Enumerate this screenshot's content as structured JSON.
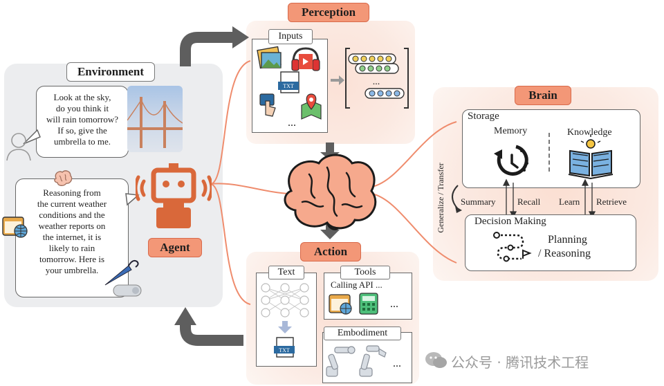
{
  "environment": {
    "title": "Environment",
    "question": [
      "Look at the sky,",
      "do you think it",
      "will rain tomorrow?",
      "If so, give the",
      "umbrella to me."
    ],
    "answer": [
      "Reasoning from",
      "the current weather",
      "conditions and the",
      "weather reports on",
      "the internet, it is",
      "likely to rain",
      "tomorrow. Here is",
      "your umbrella."
    ]
  },
  "agent": {
    "label": "Agent"
  },
  "perception": {
    "title": "Perception",
    "inputs_label": "Inputs",
    "ellipsis": "...",
    "txt_icon": "TXT"
  },
  "action": {
    "title": "Action",
    "text_label": "Text",
    "tools_label": "Tools",
    "calling_api": "Calling API ...",
    "embodiment_label": "Embodiment",
    "ellipsis": "...",
    "txt_icon": "TXT"
  },
  "brain": {
    "title": "Brain",
    "storage": "Storage",
    "memory": "Memory",
    "knowledge": "Knowledge",
    "summary": "Summary",
    "recall": "Recall",
    "learn": "Learn",
    "retrieve": "Retrieve",
    "generalize": "Generalize / Transfer",
    "decision_making": "Decision Making",
    "planning": "Planning",
    "reasoning": "/ Reasoning"
  },
  "watermark": "公众号 · 腾讯技术工程",
  "colors": {
    "accent_orange": "#f39777",
    "curve_orange": "#ef8c6d",
    "agent_orange": "#d9683a",
    "arrow_gray": "#5e5e5e",
    "brain_stroke": "#1b1b1b"
  }
}
